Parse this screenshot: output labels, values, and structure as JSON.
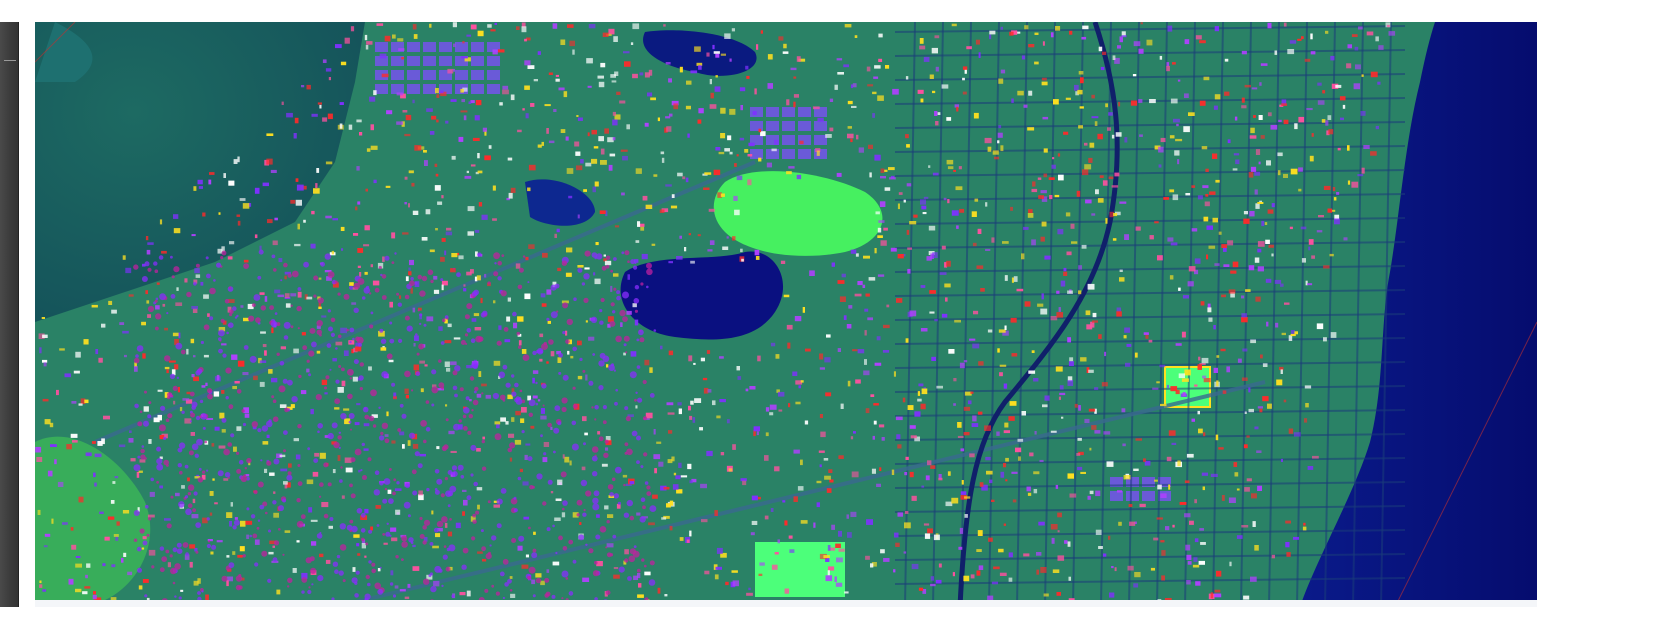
{
  "viewer": {
    "layer_style": "false-color multispectral raster",
    "colors": {
      "water": "#05107a",
      "vegetation_dense": "#1f6a5c",
      "vegetation_bright": "#3ff060",
      "urban_base": "#2a8a6e",
      "roof_hot": "#ff2a2a",
      "roof_warm": "#ffe020",
      "roof_cool": "#b040ff",
      "road": "#1b3d7a",
      "sports_field": "#4cff7a"
    },
    "icons": [
      "map-raster",
      "pan-tool-strip"
    ]
  }
}
